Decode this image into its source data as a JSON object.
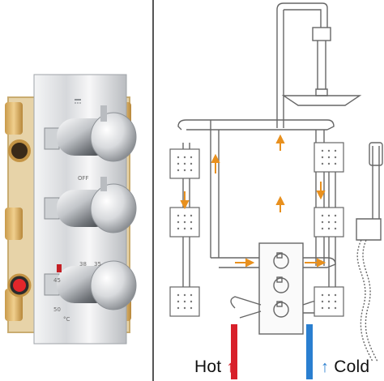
{
  "labels": {
    "hot": "Hot",
    "cold": "Cold"
  },
  "dial_markings": {
    "top_valve": "",
    "middle_valve_off": "OFF",
    "bottom_valve": [
      "38",
      "35",
      "45",
      "50",
      "°C"
    ]
  },
  "colors": {
    "hot_arrow": "#d8202a",
    "cold_arrow": "#2a7fd0",
    "flow_arrow": "#e8901e",
    "brass_frame": "#d9b77a",
    "chrome": "#c7c9cc"
  },
  "icons": [
    "shower-head-icon",
    "handheld-shower-icon",
    "body-jet-icon",
    "thermostatic-valve-icon",
    "flow-arrow-icon"
  ]
}
